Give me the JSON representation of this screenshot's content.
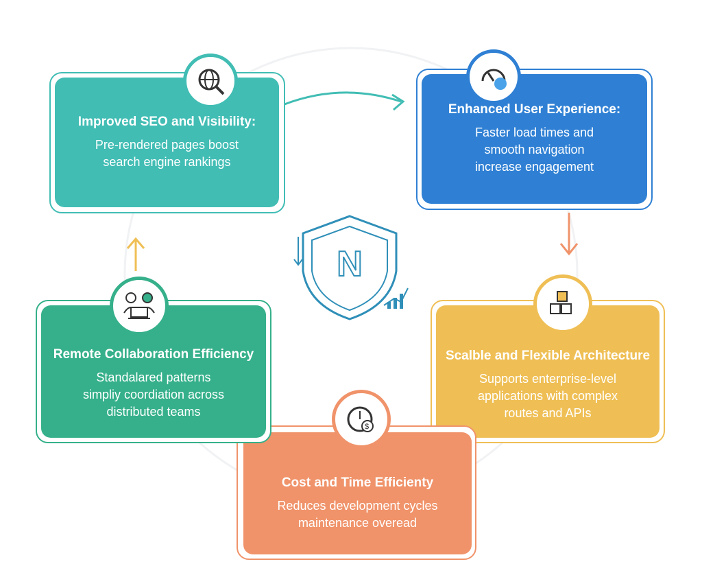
{
  "cards": [
    {
      "title": "Improved SEO and Visibility:",
      "body": "Pre-rendered pages boost\nsearch engine rankings",
      "color": "#41bdb4",
      "icon": "search-globe-icon"
    },
    {
      "title": "Enhanced User Experience:",
      "body": "Faster load times and\nsmooth navigation\nincrease engagement",
      "color": "#2f80d4",
      "icon": "speedometer-smiley-icon"
    },
    {
      "title": "Scalble and Flexible Architecture",
      "body": "Supports enterprise-level\napplications with complex\nroutes and APIs",
      "color": "#efbf55",
      "icon": "cubes-icon"
    },
    {
      "title": "Cost and Time Efficienty",
      "body": "Reduces development cycles\nmaintenance overead",
      "color": "#f0936a",
      "icon": "clock-dollar-icon"
    },
    {
      "title": "Remote Collaboration Efficiency",
      "body": "Standalared patterns\nsimpliy coordiation across\ndistributed teams",
      "color": "#35b08a",
      "icon": "team-laptop-icon"
    }
  ],
  "center": {
    "logo_letter": "N"
  }
}
